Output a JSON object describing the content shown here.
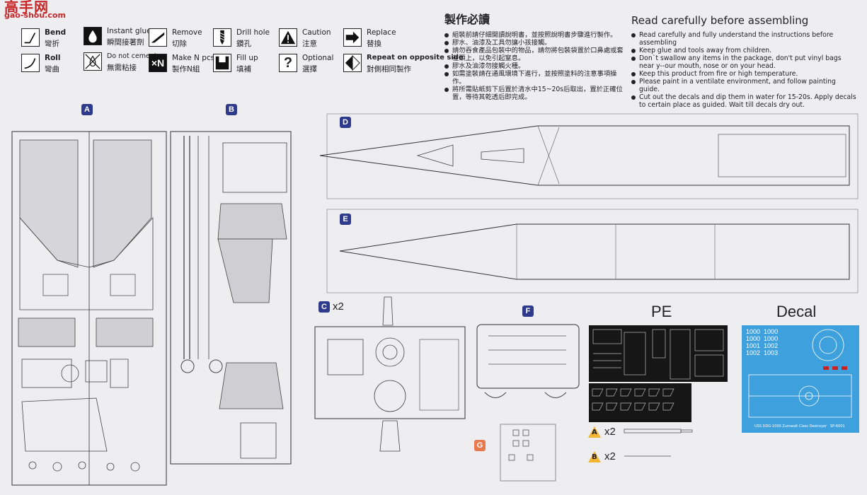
{
  "watermark": {
    "line1": "高手网",
    "line2": "gao-shou.com"
  },
  "legend": [
    {
      "id": "bend",
      "en": "Bend",
      "cn": "彎折",
      "icon": "bend-icon"
    },
    {
      "id": "roll",
      "en": "Roll",
      "cn": "彎曲",
      "icon": "roll-icon"
    },
    {
      "id": "instant-glue",
      "en": "Instant glue",
      "cn": "瞬間接著劑",
      "icon": "glue-drop-icon"
    },
    {
      "id": "no-cement",
      "en": "Do not cement",
      "cn": "無需粘接",
      "icon": "no-cement-icon"
    },
    {
      "id": "remove",
      "en": "Remove",
      "cn": "切除",
      "icon": "knife-icon"
    },
    {
      "id": "make-n",
      "en": "Make N pcs",
      "cn": "製作N組",
      "icon": "make-n-icon"
    },
    {
      "id": "drill",
      "en": "Drill hole",
      "cn": "鑽孔",
      "icon": "drill-icon"
    },
    {
      "id": "fill",
      "en": "Fill up",
      "cn": "填補",
      "icon": "fill-icon"
    },
    {
      "id": "caution",
      "en": "Caution",
      "cn": "注意",
      "icon": "caution-icon"
    },
    {
      "id": "optional",
      "en": "Optional",
      "cn": "選擇",
      "icon": "question-icon"
    },
    {
      "id": "replace",
      "en": "Replace",
      "cn": "替換",
      "icon": "replace-icon"
    },
    {
      "id": "repeat",
      "en": "Repeat on opposite side",
      "cn": "對側相同製作",
      "icon": "repeat-icon"
    }
  ],
  "make_n_symbol": "×N",
  "optional_symbol": "?",
  "instructions_cn": {
    "title": "製作必讀",
    "items": [
      "組裝前請仔細閱讀說明書，並按照說明書步驟進行製作。",
      "膠水、油漆及工具勿讓小孩接觸。",
      "請勿吞食產品包裝中的物品，請勿將包裝袋置於口鼻處或套在頭上，以免引起窒息。",
      "膠水及油漆勿接觸火種。",
      "如需塗裝請在通風環境下進行，並按照塗料的注意事項操作。",
      "將所需貼紙剪下后置於清水中15~20s后取出，置於正確位置，等待其乾透后即完成。"
    ]
  },
  "instructions_en": {
    "title": "Read carefully before assembling",
    "items": [
      "Read carefully and fully understand the instructions before assembling",
      "Keep glue and tools away from children.",
      "Don`t swallow any items in the package, don't put vinyl bags near y--our mouth, nose or on your head.",
      "Keep this product from fire or high temperature.",
      "Please paint in a ventilate environment, and follow painting guide.",
      "Cut out the decals and dip them in water for 15-20s. Apply decals to certain place as guided. Wait till decals dry out."
    ]
  },
  "sprues": {
    "A": "A",
    "B": "B",
    "C": "C",
    "C_qty": "x2",
    "D": "D",
    "E": "E",
    "F": "F",
    "G": "G"
  },
  "pe": {
    "title": "PE"
  },
  "decal": {
    "title": "Decal",
    "caption": "USS DDG-1000 Zumwalt Class Destroyer",
    "code": "SP-6001",
    "numbers": [
      "1000",
      "1000",
      "1000",
      "1000",
      "1001",
      "1002",
      "1002",
      "1003"
    ]
  },
  "extras": [
    {
      "label": "A",
      "qty": "x2"
    },
    {
      "label": "B",
      "qty": "x2"
    }
  ],
  "colors": {
    "sprue_badge": "#2e3a8c",
    "g_badge": "#e8794e",
    "decal_bg": "#3ea0dc",
    "warn_yellow": "#f2b632"
  }
}
